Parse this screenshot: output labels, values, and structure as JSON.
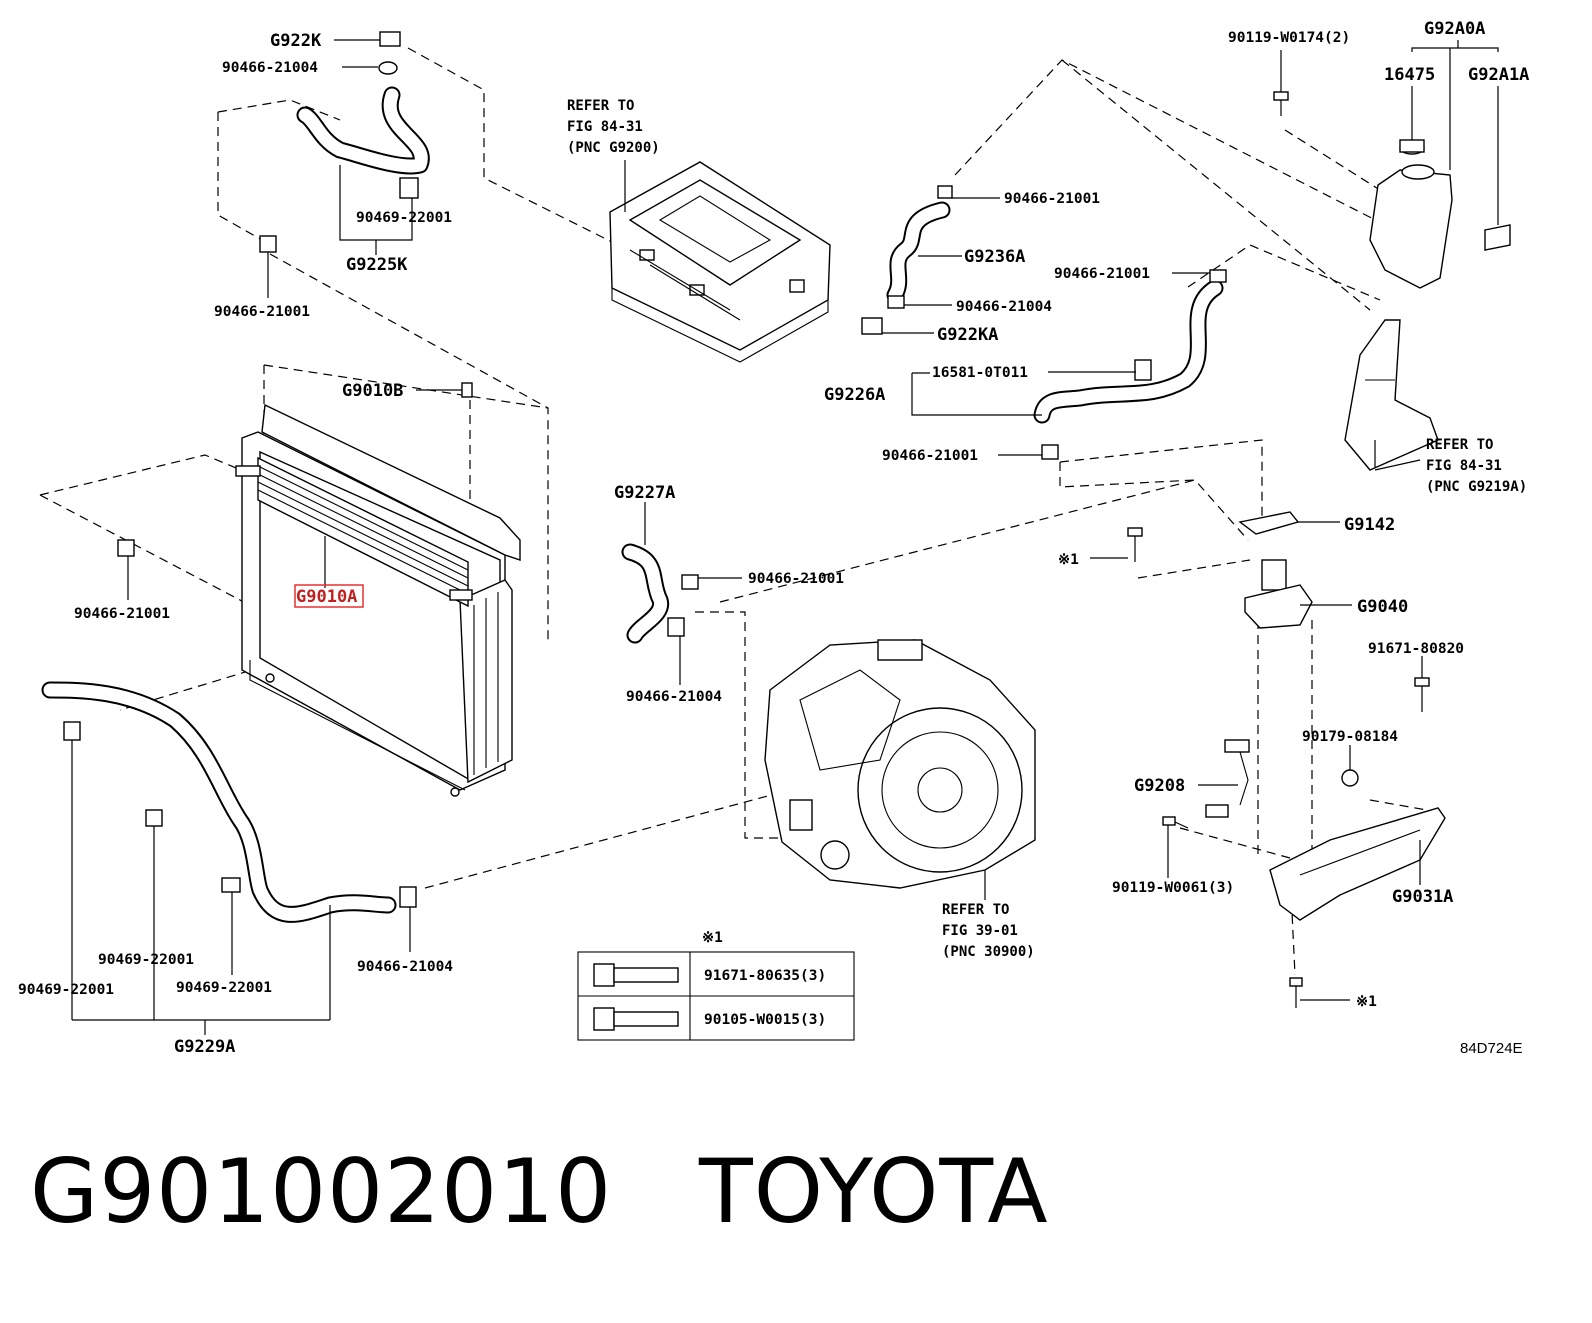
{
  "diagram": {
    "code": "84D724E",
    "callouts": {
      "g922k": "G922K",
      "p90466_21004_a": "90466-21004",
      "p90469_22001_a": "90469-22001",
      "g9225k": "G9225K",
      "p90466_21001_a": "90466-21001",
      "g9010b": "G9010B",
      "g9010a": "G9010A",
      "p90466_21001_b": "90466-21001",
      "p90466_21001_c": "90466-21001",
      "g9236a": "G9236A",
      "p90466_21004_b": "90466-21004",
      "g922ka": "G922KA",
      "p90466_21001_d": "90466-21001",
      "p16581_0t011": "16581-0T011",
      "g9226a": "G9226A",
      "p90466_21001_e": "90466-21001",
      "g9227a": "G9227A",
      "p90466_21001_f": "90466-21001",
      "p90466_21004_c": "90466-21004",
      "p90119_w0174": "90119-W0174(2)",
      "g92a0a": "G92A0A",
      "p16475": "16475",
      "g92a1a": "G92A1A",
      "g9142": "G9142",
      "mark1_a": "※1",
      "g9040": "G9040",
      "p91671_80820": "91671-80820",
      "p90179_08184": "90179-08184",
      "g9208": "G9208",
      "p90119_w0061": "90119-W0061(3)",
      "g9031a": "G9031A",
      "mark1_b": "※1",
      "p90469_22001_b": "90469-22001",
      "p90469_22001_c": "90469-22001",
      "p90469_22001_d": "90469-22001",
      "g9229a": "G9229A",
      "p90466_21004_d": "90466-21004"
    },
    "references": {
      "inverter": [
        "REFER TO",
        "FIG 84-31",
        "(PNC G9200)"
      ],
      "reservoir": [
        "REFER TO",
        "FIG 84-31",
        "(PNC G9219A)"
      ],
      "transaxle": [
        "REFER TO",
        "FIG 39-01",
        "(PNC 30900)"
      ]
    },
    "bolt_table": {
      "header": "※1",
      "rows": [
        {
          "part_no": "91671-80635(3)"
        },
        {
          "part_no": "90105-W0015(3)"
        }
      ]
    }
  },
  "footer": {
    "part_number": "G901002010",
    "brand": "TOYOTA"
  }
}
